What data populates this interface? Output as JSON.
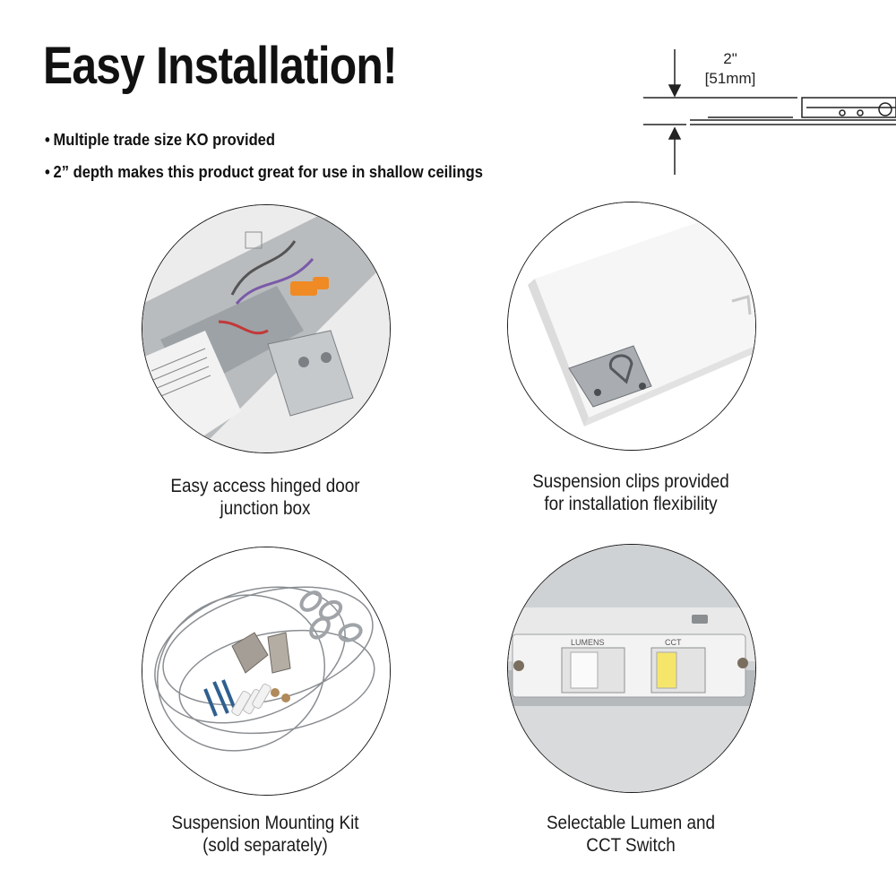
{
  "title": "Easy Installation!",
  "bullets": [
    "Multiple trade size KO provided",
    "2” depth makes this product great for use in shallow ceilings"
  ],
  "dimension": {
    "imperial": "2\"",
    "metric": "[51mm]"
  },
  "features": [
    {
      "caption_line1": "Easy access hinged door",
      "caption_line2": "junction box",
      "icon": "junction-box-photo"
    },
    {
      "caption_line1": "Suspension clips provided",
      "caption_line2": "for installation flexibility",
      "icon": "suspension-clip-photo"
    },
    {
      "caption_line1": "Suspension Mounting Kit",
      "caption_line2": "(sold separately)",
      "icon": "mounting-kit-photo"
    },
    {
      "caption_line1": "Selectable Lumen and",
      "caption_line2": "CCT Switch",
      "icon": "switch-photo"
    }
  ],
  "switch_labels": {
    "lumens": "LUMENS",
    "cct": "CCT"
  }
}
